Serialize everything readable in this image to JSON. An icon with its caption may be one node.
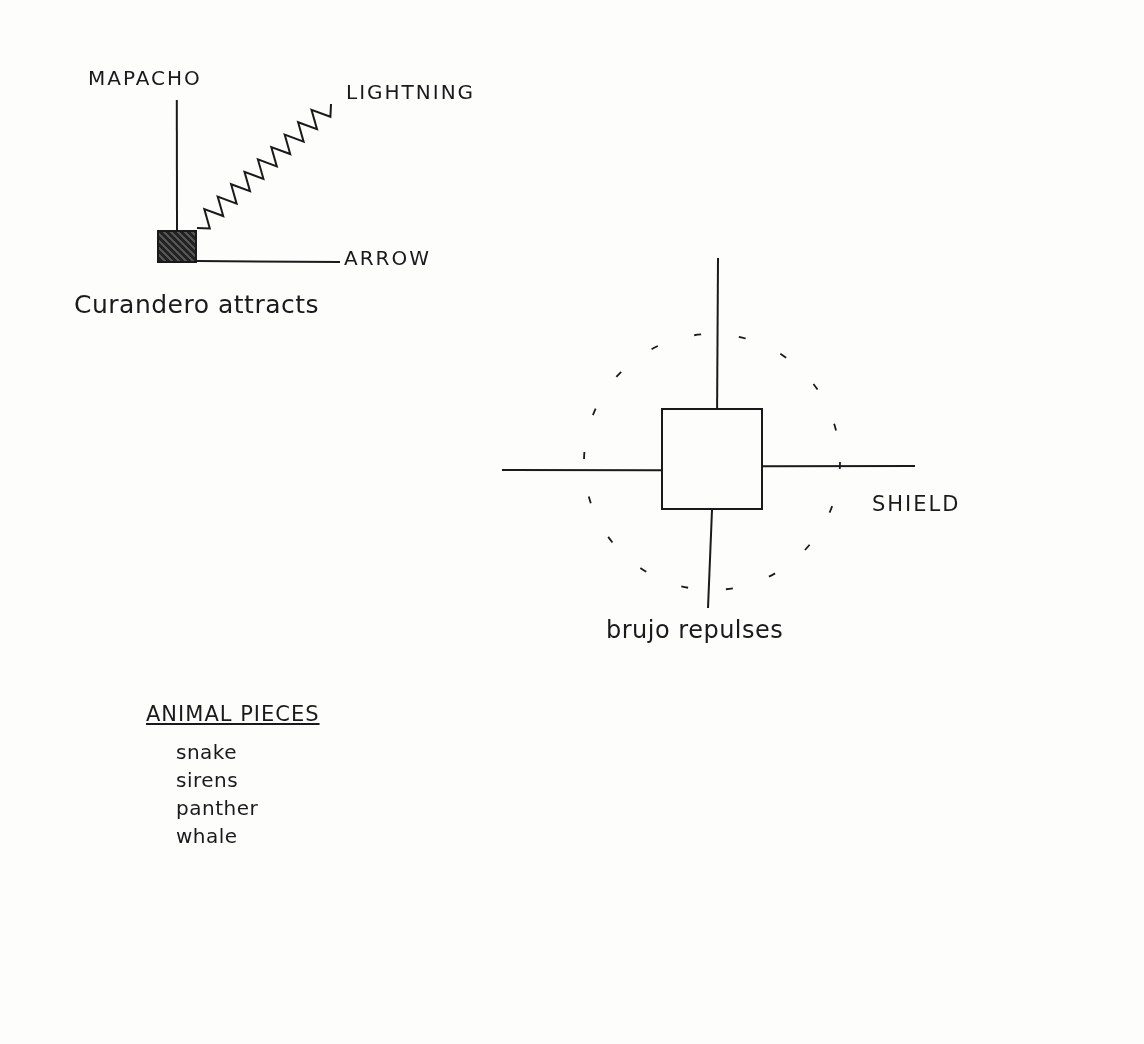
{
  "diagram": {
    "nodes": [
      {
        "text": [],
        "shape": "box",
        "beside": [
          "Curandero attracts"
        ]
      },
      {
        "text": [
          "MAPACHO"
        ]
      },
      {
        "text": [
          "LIGHTNING"
        ]
      },
      {
        "text": [
          "ARROW"
        ]
      },
      {
        "text": [],
        "shape": "box"
      }
    ],
    "edges": [
      {
        "from": 0,
        "to": 1,
        "arrow": "none"
      },
      {
        "from": 0,
        "to": 2,
        "arrow": "none"
      },
      {
        "from": 0,
        "to": 3,
        "arrow": "none"
      },
      {
        "from": 4,
        "to": null,
        "arrow": "none"
      },
      {
        "from": 4,
        "to": null,
        "arrow": "none"
      },
      {
        "from": 4,
        "to": null,
        "arrow": "none"
      },
      {
        "from": 4,
        "to": null,
        "arrow": "none"
      }
    ],
    "labels": [
      "SHIELD",
      "brujo repulses",
      "ANIMAL PIECES",
      "snake",
      "sirens",
      "panther",
      "whale"
    ]
  }
}
